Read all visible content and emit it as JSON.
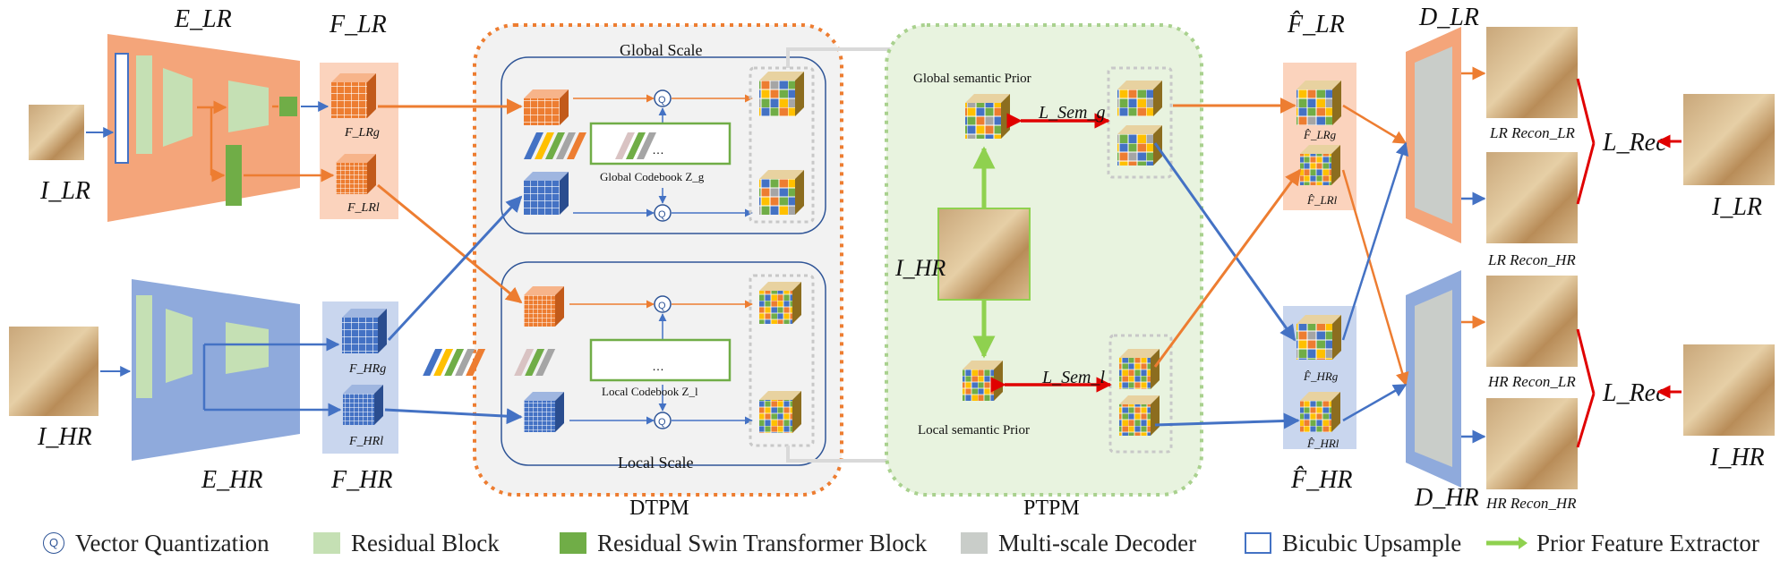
{
  "labels": {
    "e_lr": "E_LR",
    "e_hr": "E_HR",
    "f_lr": "F_LR",
    "f_hr": "F_HR",
    "f_lr_hat": "F̂_LR",
    "f_hr_hat": "F̂_HR",
    "d_lr": "D_LR",
    "d_hr": "D_HR",
    "i_lr_in": "I_LR",
    "i_hr_in": "I_HR",
    "i_hr_mid": "I_HR",
    "i_lr_out": "I_LR",
    "i_hr_out": "I_HR",
    "f_lrg": "F_LRg",
    "f_lrl": "F_LRl",
    "f_hrg": "F_HRg",
    "f_hrl": "F_HRl",
    "f_lrg_hat": "F̂_LRg",
    "f_lrl_hat": "F̂_LRl",
    "f_hrg_hat": "F̂_HRg",
    "f_hrl_hat": "F̂_HRl",
    "global_scale": "Global Scale",
    "local_scale": "Local Scale",
    "global_codebook": "Global Codebook Z_g",
    "local_codebook": "Local Codebook Z_l",
    "global_prior": "Global semantic Prior",
    "local_prior": "Local semantic Prior",
    "l_sem_g": "L_Sem_g",
    "l_sem_l": "L_Sem_l",
    "dtpm": "DTPM",
    "ptpm": "PTPM",
    "lr_recon_lr": "LR Recon_LR",
    "lr_recon_hr": "LR Recon_HR",
    "hr_recon_lr": "HR Recon_LR",
    "hr_recon_hr": "HR Recon_HR",
    "l_rec_top": "L_Rec",
    "l_rec_bottom": "L_Rec",
    "q": "Q"
  },
  "legend": [
    {
      "label": "Vector Quantization",
      "icon": "q-circle-icon"
    },
    {
      "label": "Residual Block",
      "color": "#c5e0b4"
    },
    {
      "label": "Residual Swin Transformer Block",
      "color": "#70ad47"
    },
    {
      "label": "Multi-scale Decoder",
      "color": "#c9cdc9"
    },
    {
      "label": "Bicubic Upsample",
      "color": "#ffffff",
      "border": "#4472c4"
    },
    {
      "label": "Prior Feature Extractor",
      "icon": "green-arrow-icon",
      "color": "#8fd14f"
    }
  ],
  "colors": {
    "lr_orange": "#f4a57a",
    "lr_orange_light": "#fbd3bd",
    "hr_blue": "#8faadc",
    "hr_blue_light": "#c9d6ee",
    "arrow_orange": "#ed7d31",
    "arrow_blue": "#4472c4",
    "arrow_red": "#e00000",
    "prior_green": "#8fd14f",
    "dtpm_border": "#ed7d31",
    "ptpm_border": "#a9d18e"
  }
}
